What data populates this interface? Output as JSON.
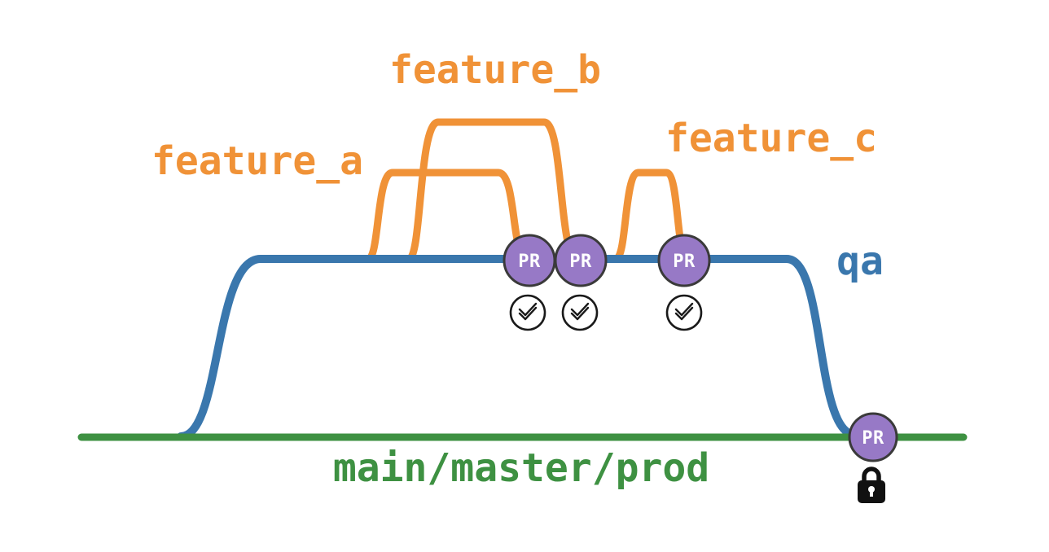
{
  "diagram": {
    "branch_labels": {
      "feature_a": "feature_a",
      "feature_b": "feature_b",
      "feature_c": "feature_c",
      "qa": "qa",
      "main": "main/master/prod"
    },
    "pr_badges": [
      {
        "label": "PR"
      },
      {
        "label": "PR"
      },
      {
        "label": "PR"
      },
      {
        "label": "PR"
      }
    ],
    "status_icons": {
      "qa_merge_checks": "double-check-circle-icon",
      "main_merge_protection": "lock-icon"
    },
    "colors": {
      "feature_branch": "#F09237",
      "qa_branch": "#3A77AD",
      "main_branch": "#3E9142",
      "pr_badge_fill": "#9779C6",
      "pr_badge_outline": "#3A3A3A",
      "icon_stroke": "#1A1A1A",
      "background": "#FFFFFF"
    }
  }
}
